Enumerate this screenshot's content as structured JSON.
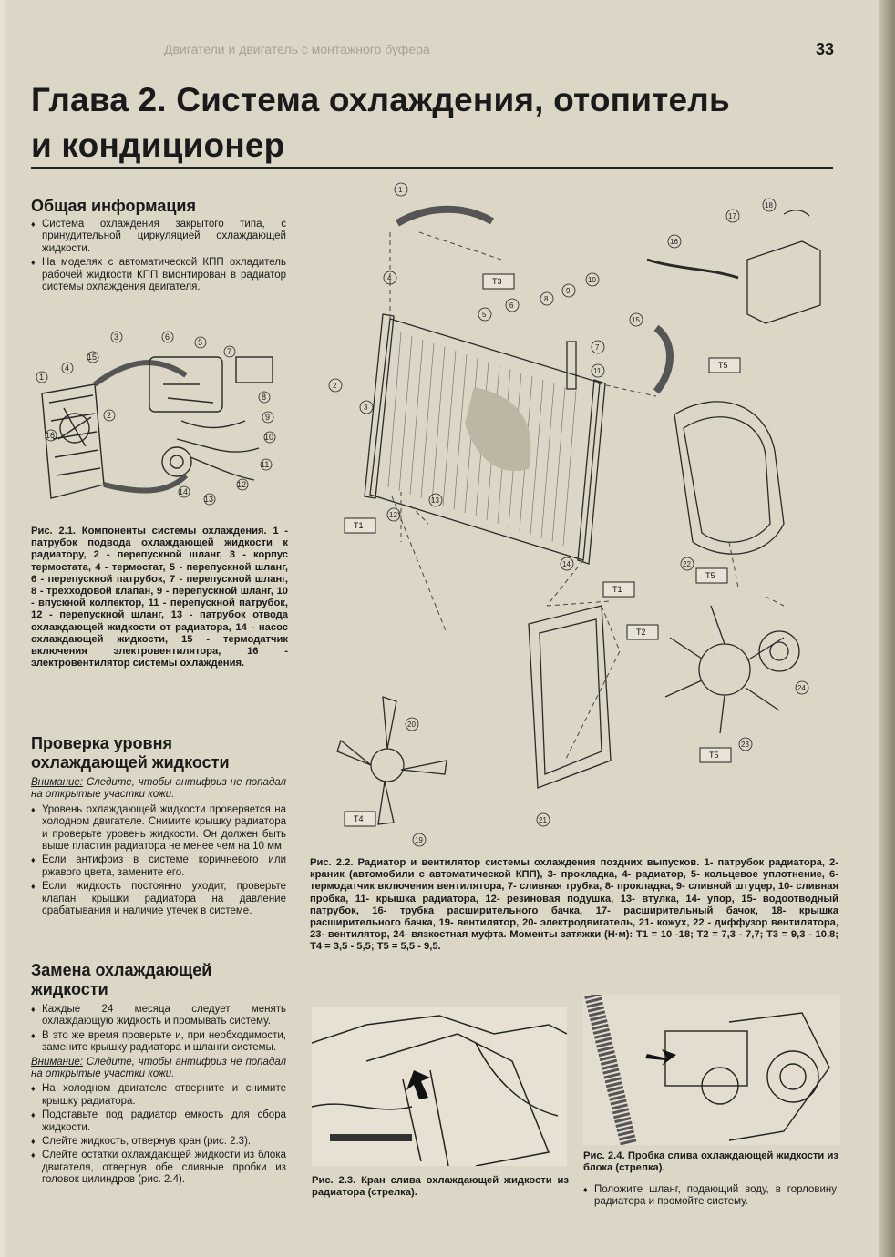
{
  "page_number": "33",
  "running_header": "Двигатели и двигатель с монтажного буфера",
  "chapter_title_line1": "Глава 2. Система охлаждения, отопитель",
  "chapter_title_line2": "и кондиционер",
  "general": {
    "heading": "Общая информация",
    "bullets": [
      "Система охлаждения закрытого типа, с принудительной циркуляцией охлаждающей жидкости.",
      "На моделях с автоматической КПП охладитель рабочей жидкости КПП вмонтирован в радиатор системы охлаждения двигателя."
    ]
  },
  "fig21_caption": "Рис. 2.1. Компоненты системы охлаждения. 1 - патрубок подвода охлаждающей жидкости к радиатору, 2 - перепускной шланг, 3 - корпус термостата, 4 - термостат, 5 - перепускной шланг, 6 - перепускной патрубок, 7 - перепускной шланг, 8 - трехходовой клапан, 9 - перепускной шланг, 10 - впускной коллектор, 11 - перепускной патрубок, 12 - перепускной шланг, 13 - патрубок отвода охлаждающей жидкости от радиатора, 14 - насос охлаждающей жидкости, 15 - термодатчик включения электровентилятора, 16 - электровентилятор системы охлаждения.",
  "check": {
    "heading_line1": "Проверка уровня",
    "heading_line2": "охлаждающей жидкости",
    "warning_label": "Внимание:",
    "warning_text": "Следите, чтобы антифриз не попадал на открытые участки кожи.",
    "bullets": [
      "Уровень охлаждающей жидкости проверяется на холодном двигателе. Снимите крышку радиатора и проверьте уровень жидкости. Он должен быть выше пластин радиатора не менее чем на 10 мм.",
      "Если антифриз в системе коричневого или ржавого цвета, замените его.",
      "Если жидкость постоянно уходит, проверьте клапан крышки радиатора на давление срабатывания и наличие утечек в системе."
    ]
  },
  "replace": {
    "heading_line1": "Замена охлаждающей",
    "heading_line2": "жидкости",
    "bullets_a": [
      "Каждые 24 месяца следует менять охлаждающую жидкость и промывать систему.",
      "В это же время проверьте и, при необходимости, замените крышку радиатора и шланги системы."
    ],
    "warning_label": "Внимание:",
    "warning_text": "Следите, чтобы антифриз не попадал на открытые участки кожи.",
    "bullets_b": [
      "На холодном двигателе отверните и снимите крышку радиатора.",
      "Подставьте под радиатор емкость для сбора жидкости.",
      "Слейте жидкость, отвернув кран (рис. 2.3).",
      "Слейте остатки охлаждающей жидкости из блока двигателя, отвернув обе сливные пробки из головок цилиндров (рис. 2.4)."
    ]
  },
  "fig22_caption": "Рис. 2.2. Радиатор и вентилятор системы охлаждения поздних выпусков. 1- патрубок радиатора, 2- краник (автомобили с автоматической КПП), 3- прокладка, 4- радиатор, 5- кольцевое уплотнение, 6- термодатчик включения вентилятора, 7- сливная трубка, 8- прокладка, 9- сливной штуцер, 10- сливная пробка, 11- крышка радиатора, 12- резиновая подушка, 13- втулка, 14- упор, 15- водоотводный патрубок, 16- трубка расширительного бачка, 17- расширительный бачок, 18- крышка расширительного бачка, 19- вентилятор, 20- электродвигатель, 21- кожух, 22 - диффузор вентилятора, 23- вентилятор, 24- вязкостная муфта. Моменты затяжки (Н·м): T1 = 10 -18; T2 = 7,3 - 7,7; T3 = 9,3 - 10,8; T4 = 3,5 - 5,5; T5 = 5,5 - 9,5.",
  "fig23_caption": "Рис. 2.3. Кран слива охлаждающей жидкости из радиатора (стрелка).",
  "fig24_caption": "Рис. 2.4. Пробка слива охлаждающей жидкости из блока (стрелка).",
  "fig24_bullet": "Положите шланг, подающий воду, в горловину радиатора и промойте систему.",
  "torque_tags": [
    "T1",
    "T2",
    "T3",
    "T4",
    "T5"
  ],
  "fig21_callouts": [
    "1",
    "2",
    "3",
    "4",
    "5",
    "6",
    "7",
    "8",
    "9",
    "10",
    "11",
    "12",
    "13",
    "14",
    "15",
    "16"
  ],
  "fig22_callouts": [
    "1",
    "2",
    "3",
    "4",
    "5",
    "6",
    "7",
    "8",
    "9",
    "10",
    "11",
    "12",
    "13",
    "14",
    "15",
    "16",
    "17",
    "18",
    "19",
    "20",
    "21",
    "22",
    "23",
    "24"
  ]
}
